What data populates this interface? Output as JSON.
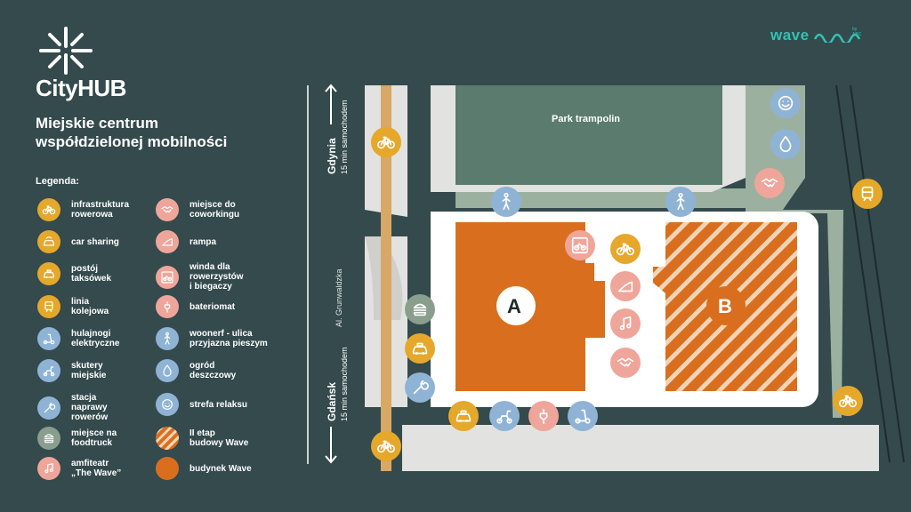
{
  "brand": {
    "name": "CityHUB"
  },
  "subtitle": "Miejskie centrum\nwspółdzielonej mobilności",
  "legend": {
    "title": "Legenda:",
    "left": [
      {
        "label": "infrastruktura\nrowerowa",
        "icon": "bicycle-icon",
        "color": "#e5a82b"
      },
      {
        "label": "car sharing",
        "icon": "car-sharing-icon",
        "color": "#e5a82b"
      },
      {
        "label": "postój\ntaksówek",
        "icon": "taxi-icon",
        "color": "#e5a82b"
      },
      {
        "label": "linia\nkolejowa",
        "icon": "train-icon",
        "color": "#e5a82b"
      },
      {
        "label": "hulajnogi\nelektryczne",
        "icon": "scooter-icon",
        "color": "#8fb3d5"
      },
      {
        "label": "skutery\nmiejskie",
        "icon": "moped-icon",
        "color": "#8fb3d5"
      },
      {
        "label": "stacja\nnaprawy\nrowerów",
        "icon": "wrench-icon",
        "color": "#8fb3d5"
      },
      {
        "label": "miejsce na\nfoodtruck",
        "icon": "burger-icon",
        "color": "#8a9e8d"
      },
      {
        "label": "amfiteatr\n„The Wave”",
        "icon": "music-icon",
        "color": "#f0a59a"
      }
    ],
    "right": [
      {
        "label": "miejsce do\ncoworkingu",
        "icon": "handshake-icon",
        "color": "#f0a59a"
      },
      {
        "label": "rampa",
        "icon": "ramp-icon",
        "color": "#f0a59a"
      },
      {
        "label": "winda dla\nrowerzystów\ni biegaczy",
        "icon": "bike-elevator-icon",
        "color": "#f0a59a"
      },
      {
        "label": "bateriomat",
        "icon": "battery-icon",
        "color": "#f0a59a"
      },
      {
        "label": "woonerf - ulica\nprzyjazna pieszym",
        "icon": "pedestrian-icon",
        "color": "#8fb3d5"
      },
      {
        "label": "ogród\ndeszczowy",
        "icon": "water-drop-icon",
        "color": "#8fb3d5"
      },
      {
        "label": "strefa relaksu",
        "icon": "smile-icon",
        "color": "#8fb3d5"
      },
      {
        "label": "II etap\nbudowy Wave",
        "icon": "striped-building-icon",
        "color": "#d96f1e"
      },
      {
        "label": "budynek Wave",
        "icon": "building-icon",
        "color": "#d96f1e"
      }
    ]
  },
  "wave": {
    "logo": "wave",
    "tag": "by ABC"
  },
  "map": {
    "park": "Park trampolin",
    "street": "Al. Grunwaldzka",
    "north_city": "Gdynia",
    "north_time": "15 min samochodem",
    "south_city": "Gdańsk",
    "south_time": "15 min samochodem",
    "building_a": "A",
    "building_b": "B"
  },
  "colors": {
    "background": "#344a4d",
    "orange": "#d96f1e",
    "block": "#e2e2e0",
    "park": "#5a7b6d",
    "green": "#9cb09f",
    "road": "#d8a866"
  }
}
